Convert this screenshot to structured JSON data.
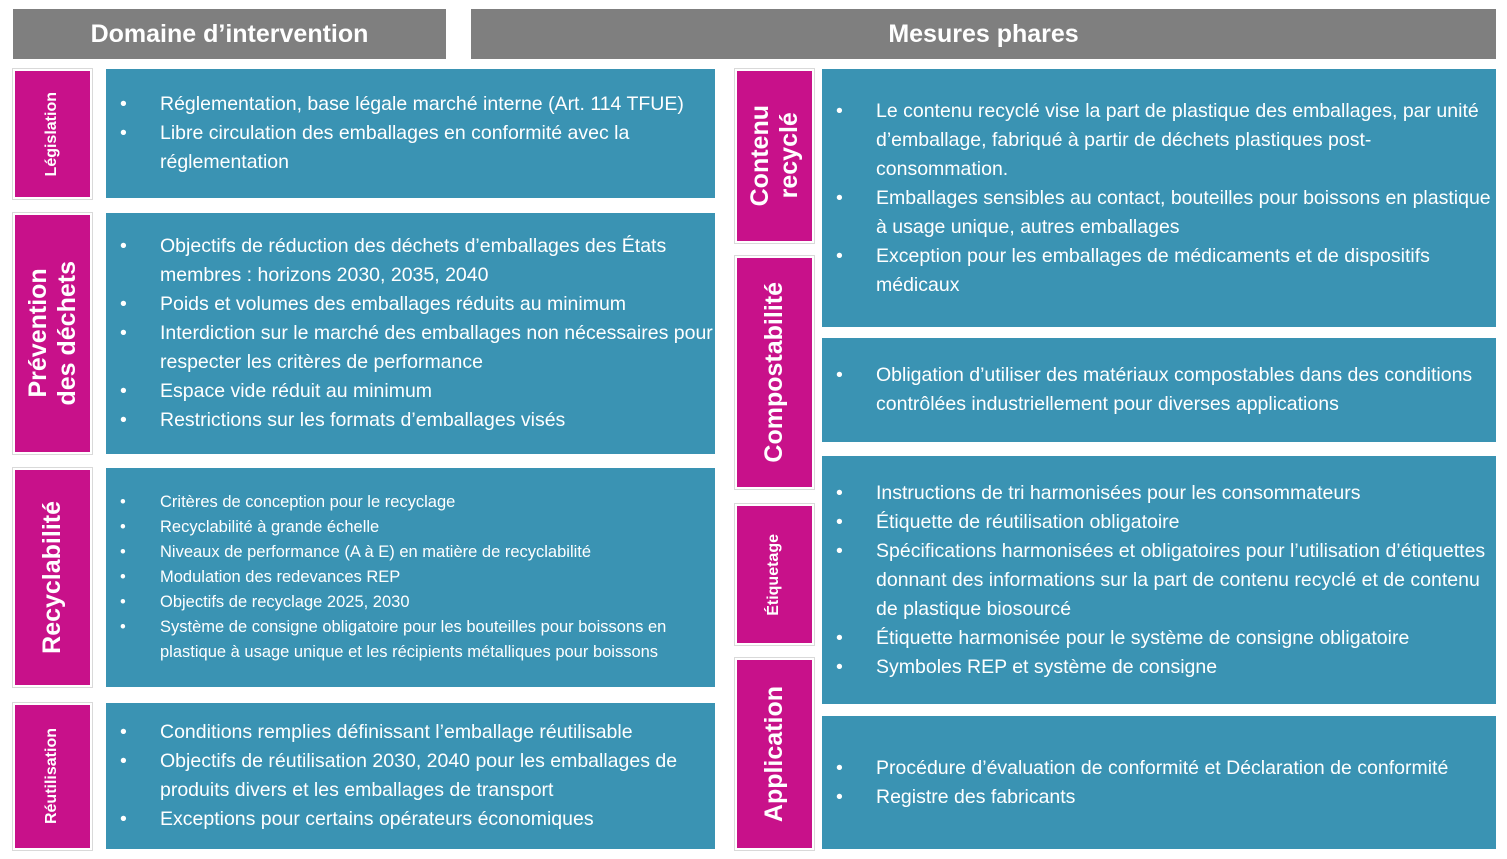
{
  "headers": {
    "left": "Domaine d’intervention",
    "right": "Mesures phares"
  },
  "left": [
    {
      "tag": "Législation",
      "items": [
        "Réglementation, base légale marché interne (Art. 114 TFUE)",
        "Libre circulation des emballages en conformité avec la réglementation"
      ]
    },
    {
      "tag": "Prévention\ndes déchets",
      "items": [
        "Objectifs de réduction des déchets d’emballages des États membres : horizons 2030, 2035, 2040",
        "Poids et volumes des emballages réduits au minimum",
        "Interdiction sur le marché des emballages non nécessaires pour respecter les critères de performance",
        "Espace vide réduit au minimum",
        "Restrictions sur les formats d’emballages visés"
      ]
    },
    {
      "tag": "Recyclabilité",
      "items": [
        "Critères de conception pour le recyclage",
        "Recyclabilité à grande échelle",
        "Niveaux de performance (A à E) en matière de recyclabilité",
        "Modulation des redevances REP",
        "Objectifs de recyclage 2025, 2030",
        "Système de consigne obligatoire pour les bouteilles pour boissons en plastique à usage unique et les récipients métalliques pour boissons"
      ]
    },
    {
      "tag": "Réutilisation",
      "items": [
        "Conditions remplies définissant l’emballage réutilisable",
        "Objectifs de réutilisation 2030, 2040 pour les emballages de produits divers et les emballages de transport",
        "Exceptions pour certains opérateurs économiques"
      ]
    }
  ],
  "right_tags": [
    "Contenu\nrecyclé",
    "Compostabilité",
    "Étiquetage",
    "Application"
  ],
  "right_boxes": [
    {
      "items": [
        "Le contenu recyclé vise la part de plastique des emballages, par unité d’emballage, fabriqué à partir de déchets plastiques post-consommation.",
        "Emballages sensibles au contact, bouteilles pour boissons en plastique à usage unique, autres emballages",
        "Exception pour les emballages de médicaments et de dispositifs médicaux"
      ]
    },
    {
      "items": [
        "Obligation d’utiliser des matériaux compostables dans des conditions contrôlées industriellement pour diverses applications"
      ]
    },
    {
      "items": [
        "Instructions de tri harmonisées pour les consommateurs",
        "Étiquette de réutilisation obligatoire",
        "Spécifications harmonisées et obligatoires pour l’utilisation d’étiquettes donnant des informations sur la part de contenu recyclé et de contenu de plastique biosourcé",
        "Étiquette harmonisée pour le système de consigne obligatoire",
        "Symboles REP et système de consigne"
      ]
    },
    {
      "items": [
        "Procédure d’évaluation de conformité et Déclaration de conformité",
        "Registre des fabricants"
      ]
    }
  ],
  "colors": {
    "header": "#7f7f7f",
    "tag": "#c8118a",
    "box": "#3a93b3"
  }
}
